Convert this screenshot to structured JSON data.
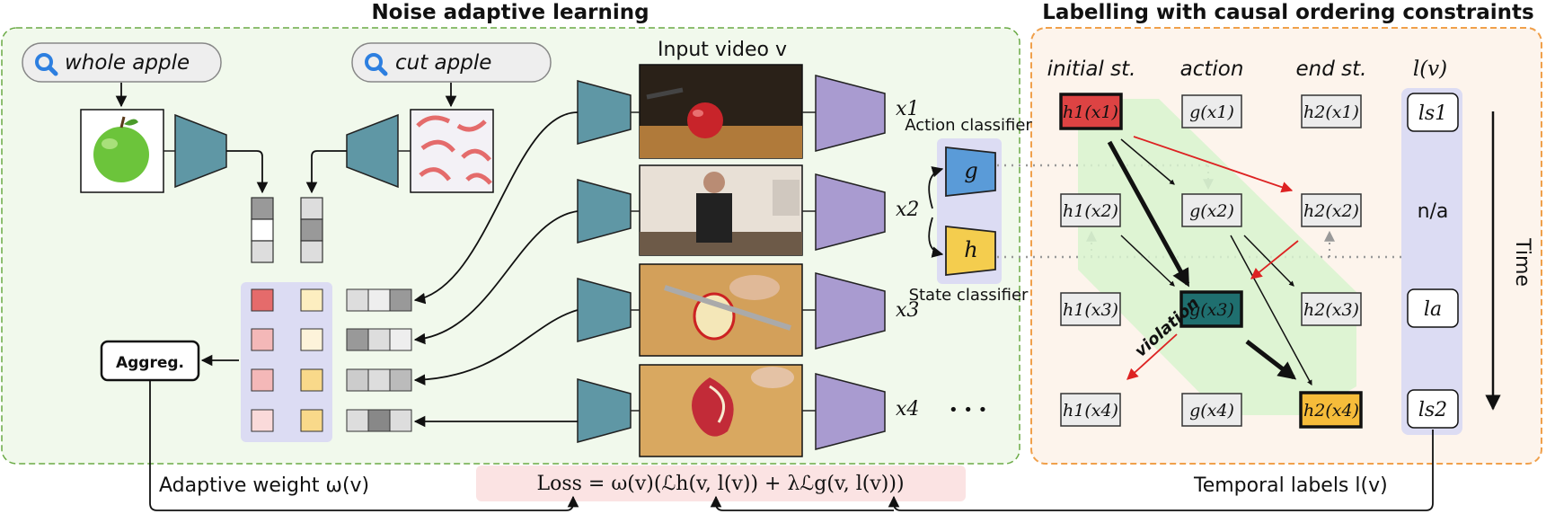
{
  "left_panel": {
    "title": "Noise adaptive learning",
    "queries": [
      {
        "icon": "search-icon",
        "text": "whole apple"
      },
      {
        "icon": "search-icon",
        "text": "cut apple"
      }
    ],
    "input_video_label": "Input video v",
    "frame_labels": [
      "x1",
      "x2",
      "x3",
      "x4"
    ],
    "ellipsis": "• • •",
    "action_classifier_label": "Action classifier",
    "action_classifier_symbol": "g",
    "state_classifier_label": "State classifier",
    "state_classifier_symbol": "h",
    "aggregate_label": "Aggreg."
  },
  "right_panel": {
    "title": "Labelling with causal ordering constraints",
    "column_headers": [
      "initial st.",
      "action",
      "end st.",
      "l(v)"
    ],
    "grid": [
      [
        "h1(x1)",
        "g(x1)",
        "h2(x1)"
      ],
      [
        "h1(x2)",
        "g(x2)",
        "h2(x2)"
      ],
      [
        "h1(x3)",
        "g(x3)",
        "h2(x3)"
      ],
      [
        "h1(x4)",
        "g(x4)",
        "h2(x4)"
      ]
    ],
    "labels": [
      "ls1",
      "n/a",
      "la",
      "ls2"
    ],
    "violation_label": "violation",
    "time_label": "Time"
  },
  "bottom": {
    "adaptive_weight_label": "Adaptive weight ω(v)",
    "loss_formula": "Loss = ω(v)(ℒh(v, l(v)) + λℒg(v, l(v)))",
    "temporal_labels_label": "Temporal labels l(v)"
  },
  "colors": {
    "encoder": "#5f97a5",
    "decoder": "#a99bd0",
    "action_classifier": "#5a9bd8",
    "state_classifier": "#f4cd4e",
    "selected_initial": "#dd4343",
    "selected_action": "#1f6f6f",
    "selected_end": "#f6bc3a",
    "violation": "#dd2222",
    "left_panel_border": "#6aaa45",
    "right_panel_border": "#f0a04b"
  }
}
